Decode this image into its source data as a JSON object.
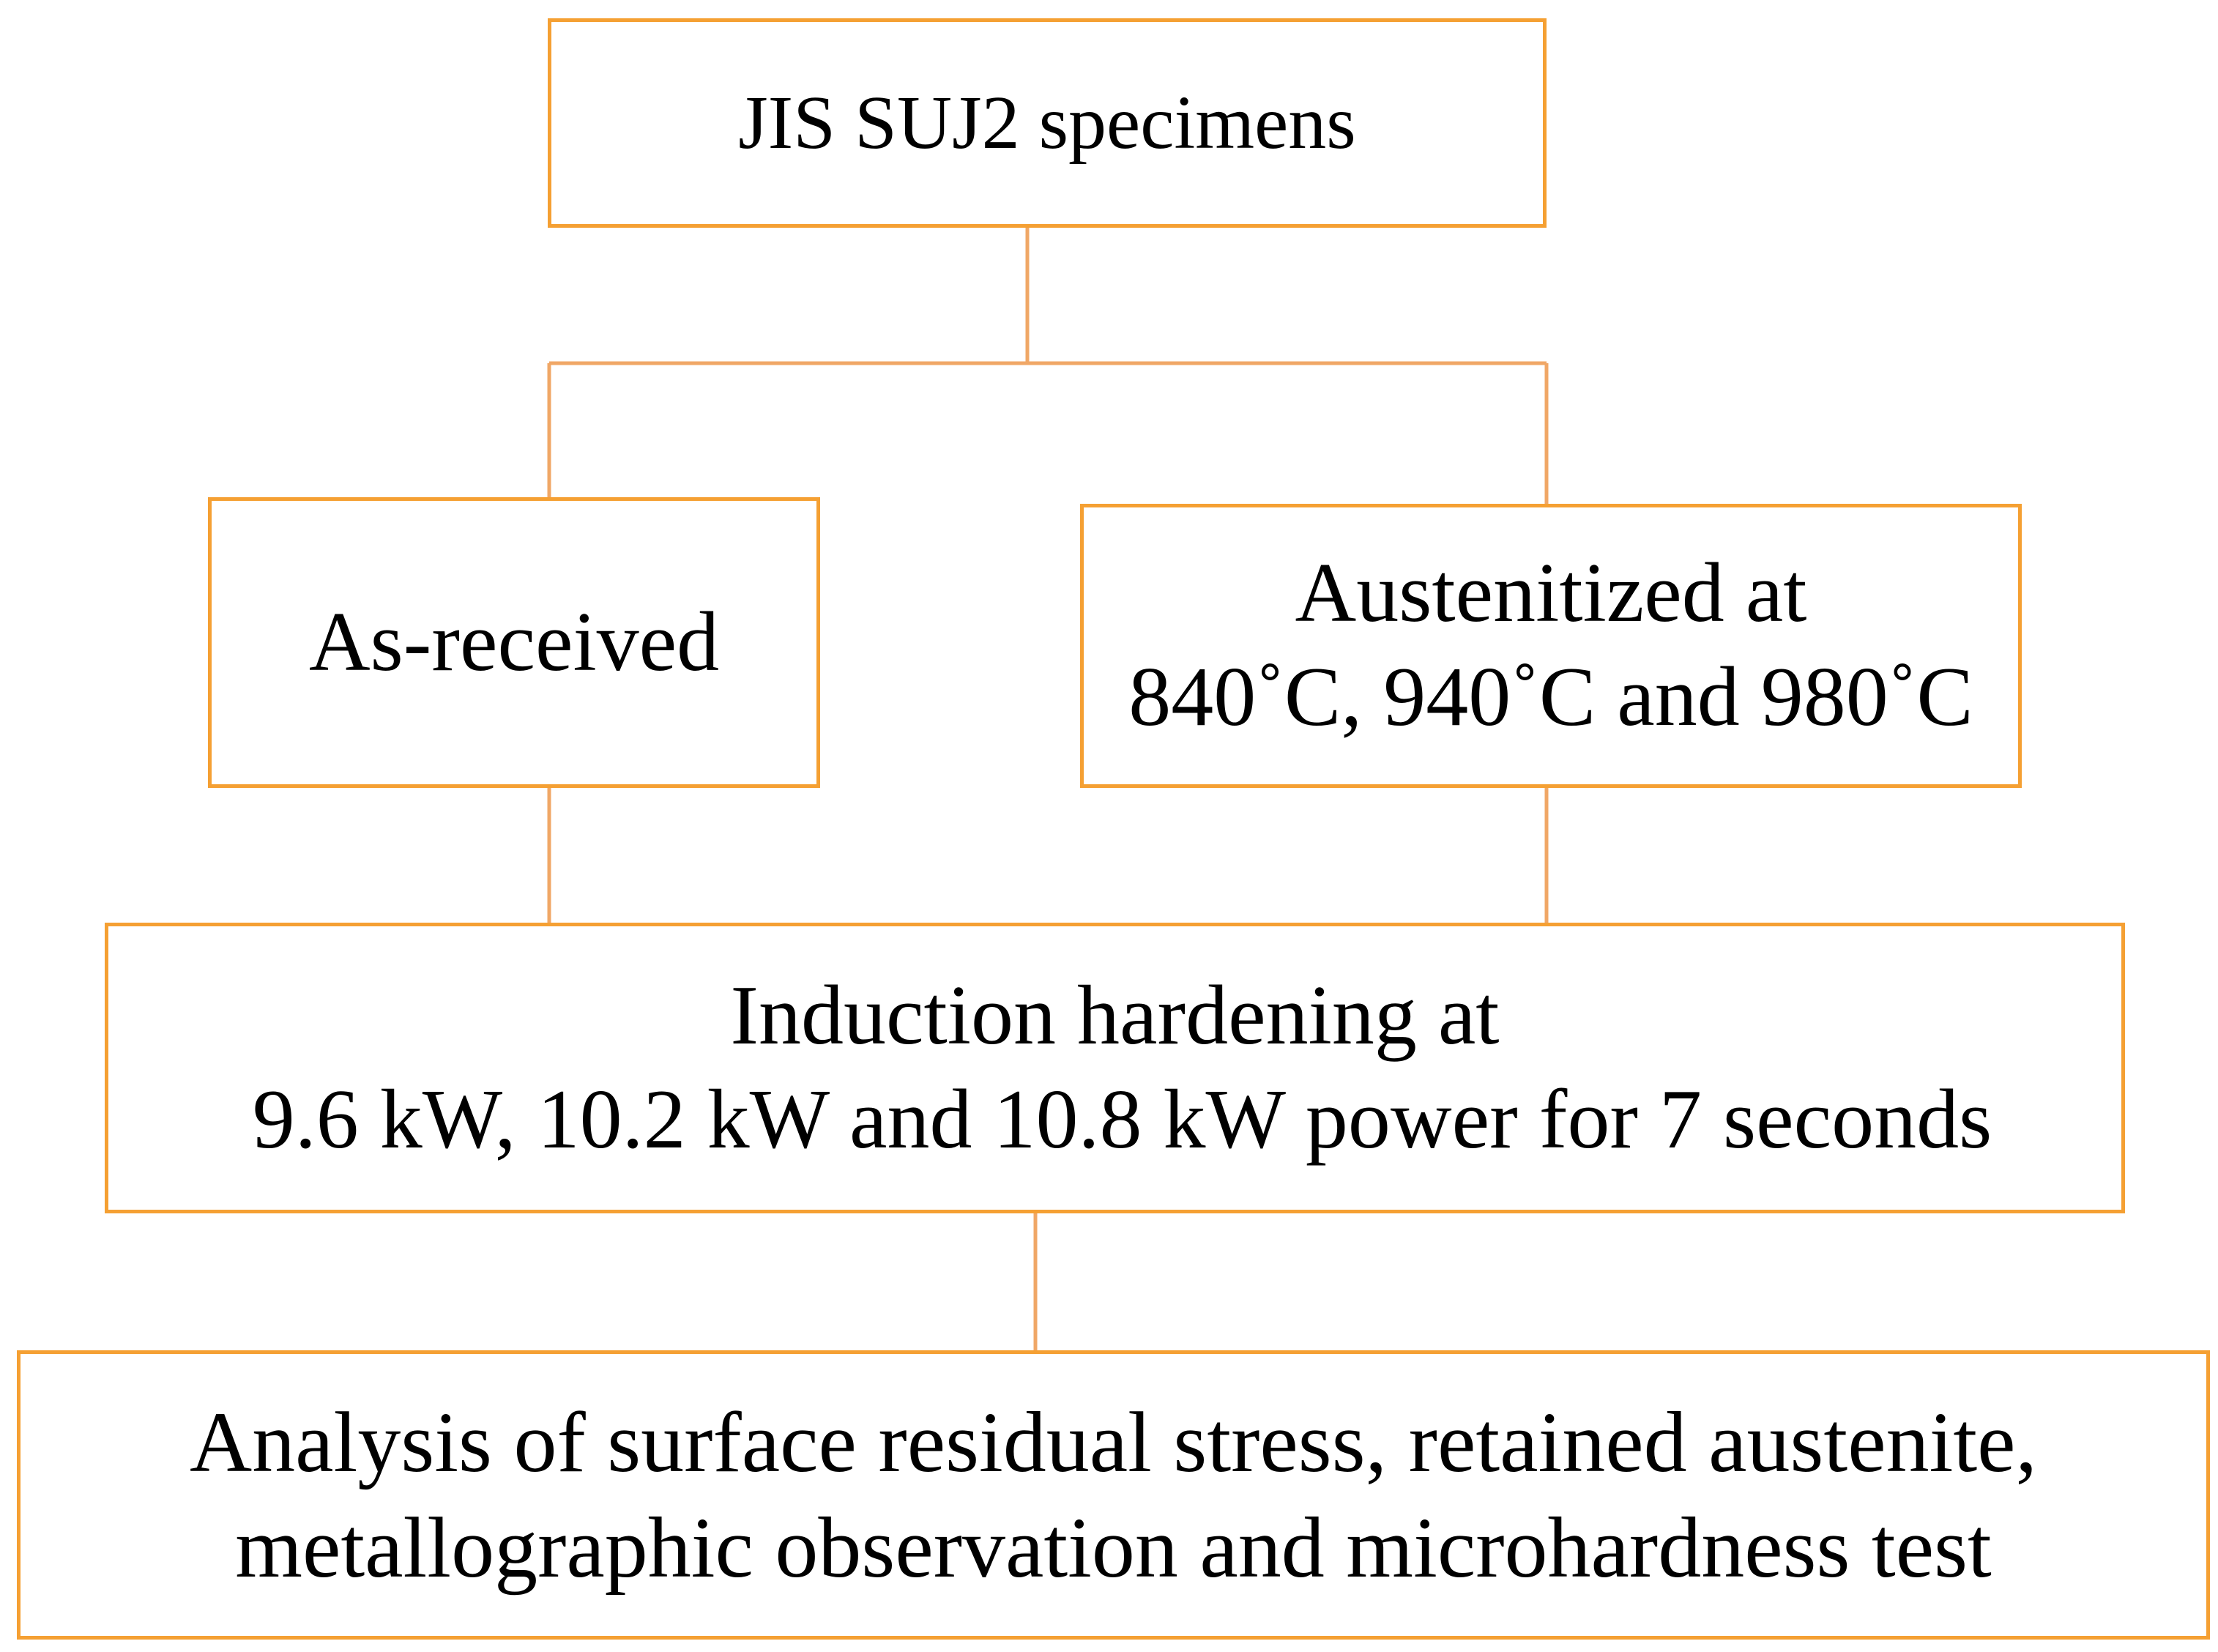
{
  "colors": {
    "box_border": "#f5a033",
    "connector": "#f0a766",
    "text": "#000000",
    "background": "#ffffff"
  },
  "nodes": {
    "top": {
      "lines": [
        "JIS SUJ2 specimens"
      ]
    },
    "left": {
      "lines": [
        "As-received"
      ]
    },
    "right": {
      "lines": [
        "Austenitized at",
        "840˚C, 940˚C and 980˚C"
      ]
    },
    "middle": {
      "lines": [
        "Induction hardening at",
        "9.6 kW, 10.2 kW and 10.8 kW power for 7 seconds"
      ]
    },
    "bottom": {
      "lines": [
        "Analysis of surface residual stress, retained austenite,",
        "metallographic observation and microhardness test"
      ]
    }
  },
  "edges": [
    {
      "from": "top",
      "to": "left"
    },
    {
      "from": "top",
      "to": "right"
    },
    {
      "from": "left",
      "to": "middle"
    },
    {
      "from": "right",
      "to": "middle"
    },
    {
      "from": "middle",
      "to": "bottom"
    }
  ]
}
